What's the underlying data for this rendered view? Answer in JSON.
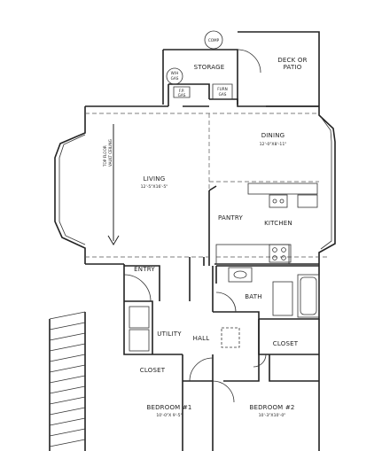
{
  "rooms": {
    "comp": "COMP",
    "storage": "STORAGE",
    "deck": "DECK OR",
    "deck2": "PATIO",
    "wh_gas_1": "W/H",
    "wh_gas_2": "GAS",
    "fp_gas_1": "F.P.",
    "fp_gas_2": "GAS",
    "furn_gas_1": "FURN",
    "furn_gas_2": "GAS",
    "dining": "DINING",
    "dining_dim": "12'-0\"X8'-11\"",
    "living": "LIVING",
    "living_dim": "12'-5\"X16'-5\"",
    "ceiling_1": "TOP FLOOR",
    "ceiling_2": "VAULT CEILING",
    "pantry": "PANTRY",
    "kitchen": "KITCHEN",
    "entry": "ENTRY",
    "bath": "BATH",
    "utility": "UTILITY",
    "hall": "HALL",
    "closet_right": "CLOSET",
    "closet_left": "CLOSET",
    "bedroom1": "BEDROOM #1",
    "bedroom1_dim": "10'-0\"X 9'-5\"",
    "bedroom2": "BEDROOM #2",
    "bedroom2_dim": "10'-3\"X10'-0\""
  }
}
